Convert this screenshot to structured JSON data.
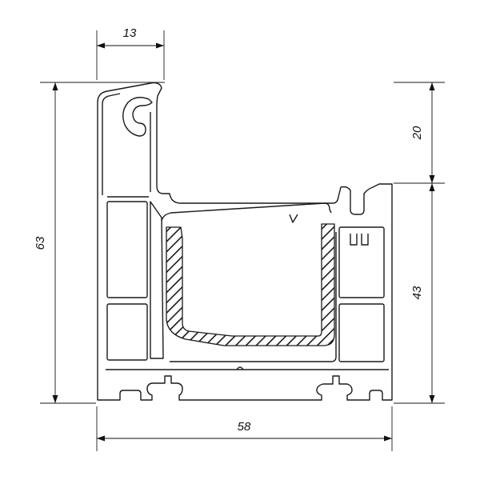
{
  "drawing": {
    "subject": "window-frame-profile-cross-section",
    "colors": {
      "line": "#1a1a1a",
      "hatch": "#1a1a1a",
      "background": "#ffffff"
    }
  },
  "dimensions": {
    "top_width": "13",
    "total_height": "63",
    "upper_right_height": "20",
    "lower_right_height": "43",
    "total_width": "58"
  }
}
